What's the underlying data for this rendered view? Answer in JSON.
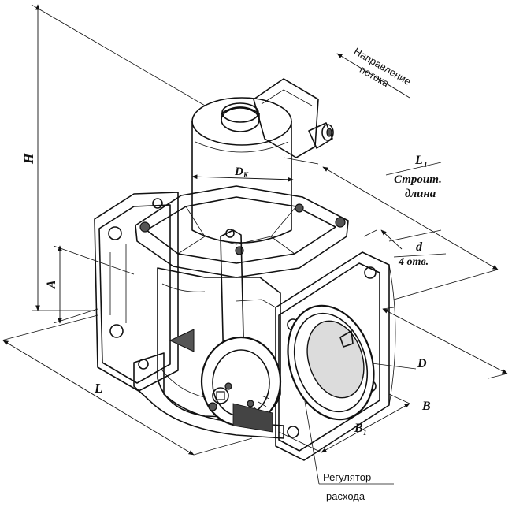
{
  "labels": {
    "H": "H",
    "L": "L",
    "A": "A",
    "Dk": "D",
    "Dk_sub": "К",
    "D": "D",
    "B": "B",
    "B1": "B",
    "B1_sub": "1",
    "L1": "L",
    "L1_sub": "1",
    "stroit": "Строит.",
    "dlina": "длина",
    "d": "d",
    "otv": "4 отв.",
    "flow_line1": "Направление",
    "flow_line2": "потока",
    "reg_line1": "Регулятор",
    "reg_line2": "расхода"
  }
}
